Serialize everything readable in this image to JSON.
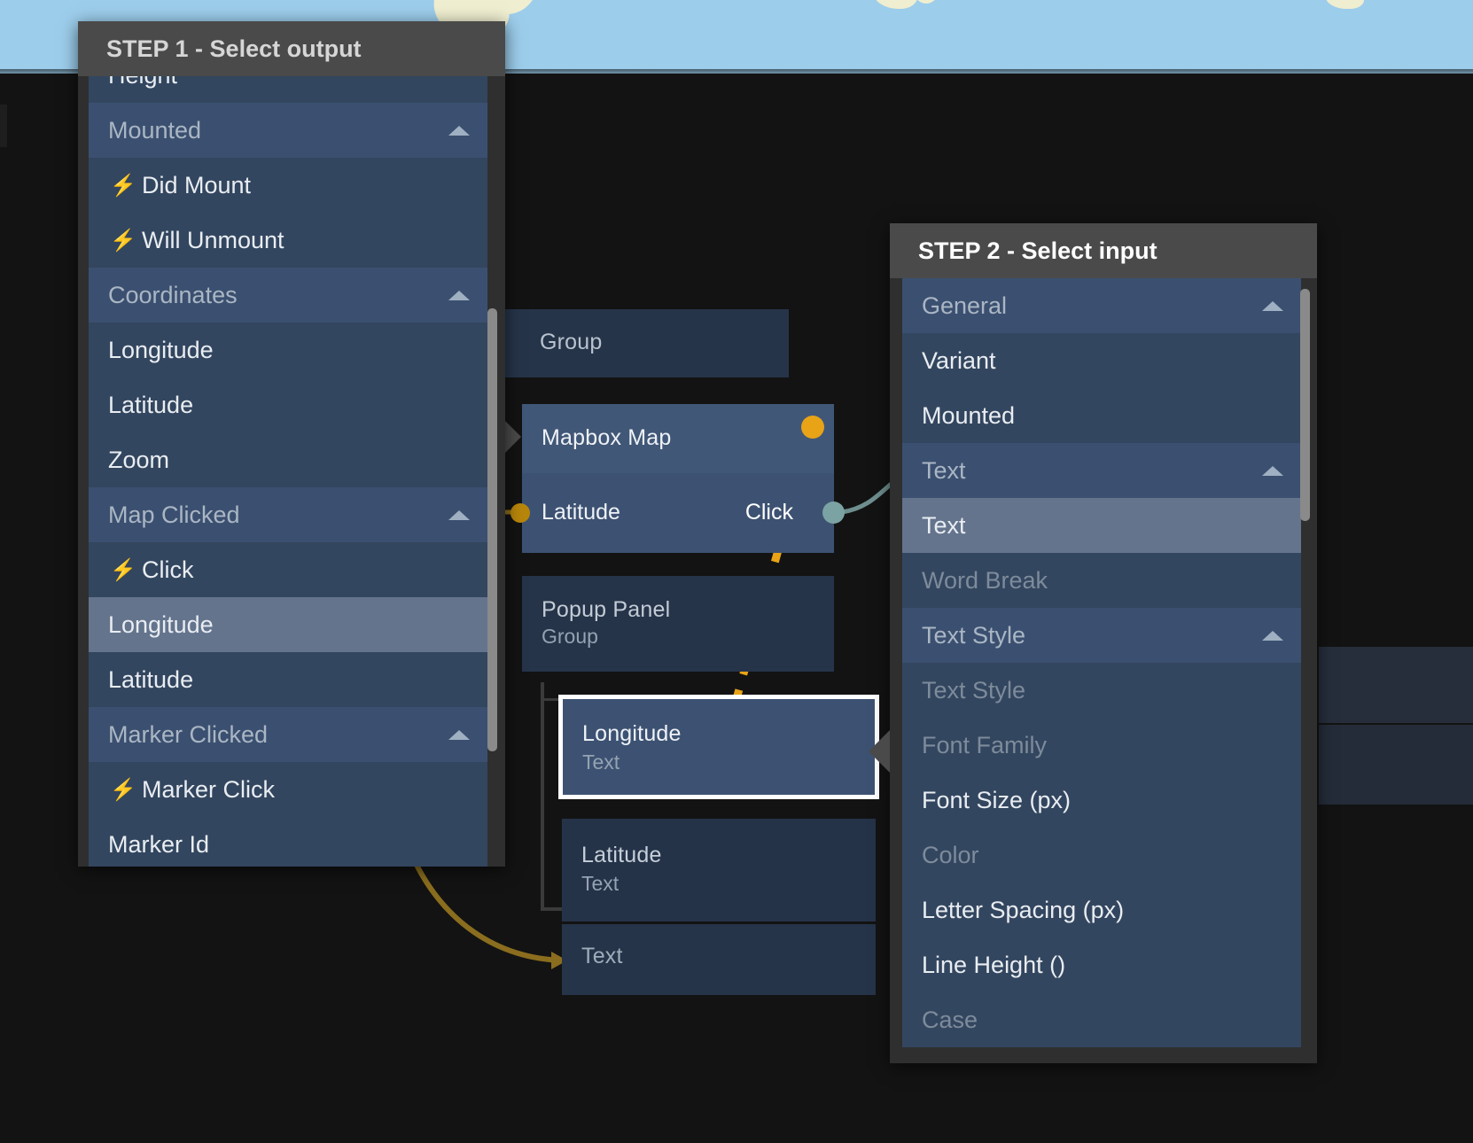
{
  "canvas": {
    "background_color": "#131313",
    "map_sky_color": "#9ccdeb",
    "land_color": "#efeed0"
  },
  "graph": {
    "nodes": [
      {
        "name": "group-top",
        "title": "Group",
        "subtitle": ""
      },
      {
        "name": "mapbox-map",
        "title": "Mapbox Map",
        "subtitle": ""
      },
      {
        "name": "mapbox-ports",
        "left_port_label": "Latitude",
        "right_port_label": "Click"
      },
      {
        "name": "popup-panel",
        "title": "Popup Panel",
        "subtitle": "Group"
      },
      {
        "name": "longitude",
        "title": "Longitude",
        "subtitle": "Text"
      },
      {
        "name": "latitude",
        "title": "Latitude",
        "subtitle": "Text"
      },
      {
        "name": "text",
        "title": "Text",
        "subtitle": ""
      }
    ],
    "wire_colors": {
      "active_drag": "#e8a317",
      "existing": "#8a6d1e",
      "event": "#6f8f8f"
    }
  },
  "step1": {
    "title": "STEP 1 - Select output",
    "items": [
      {
        "label": "Height",
        "type": "item",
        "state": "normal",
        "icon": ""
      },
      {
        "label": "Mounted",
        "type": "group",
        "state": "normal",
        "icon": "chevron-up-icon"
      },
      {
        "label": "Did Mount",
        "type": "item",
        "state": "normal",
        "icon": "bolt-icon"
      },
      {
        "label": "Will Unmount",
        "type": "item",
        "state": "normal",
        "icon": "bolt-icon"
      },
      {
        "label": "Coordinates",
        "type": "group",
        "state": "normal",
        "icon": "chevron-up-icon"
      },
      {
        "label": "Longitude",
        "type": "item",
        "state": "normal",
        "icon": ""
      },
      {
        "label": "Latitude",
        "type": "item",
        "state": "normal",
        "icon": ""
      },
      {
        "label": "Zoom",
        "type": "item",
        "state": "normal",
        "icon": ""
      },
      {
        "label": "Map Clicked",
        "type": "group",
        "state": "normal",
        "icon": "chevron-up-icon"
      },
      {
        "label": "Click",
        "type": "item",
        "state": "normal",
        "icon": "bolt-icon"
      },
      {
        "label": "Longitude",
        "type": "item",
        "state": "selected",
        "icon": ""
      },
      {
        "label": "Latitude",
        "type": "item",
        "state": "normal",
        "icon": ""
      },
      {
        "label": "Marker Clicked",
        "type": "group",
        "state": "normal",
        "icon": "chevron-up-icon"
      },
      {
        "label": "Marker Click",
        "type": "item",
        "state": "normal",
        "icon": "bolt-icon"
      },
      {
        "label": "Marker Id",
        "type": "item",
        "state": "normal",
        "icon": ""
      }
    ]
  },
  "step2": {
    "title": "STEP 2 - Select input",
    "items": [
      {
        "label": "General",
        "type": "group",
        "state": "normal",
        "icon": "chevron-up-icon"
      },
      {
        "label": "Variant",
        "type": "item",
        "state": "normal",
        "icon": ""
      },
      {
        "label": "Mounted",
        "type": "item",
        "state": "normal",
        "icon": ""
      },
      {
        "label": "Text",
        "type": "group",
        "state": "normal",
        "icon": "chevron-up-icon"
      },
      {
        "label": "Text",
        "type": "item",
        "state": "selected",
        "icon": ""
      },
      {
        "label": "Word Break",
        "type": "item",
        "state": "dim",
        "icon": ""
      },
      {
        "label": "Text Style",
        "type": "group",
        "state": "normal",
        "icon": "chevron-up-icon"
      },
      {
        "label": "Text Style",
        "type": "item",
        "state": "dim",
        "icon": ""
      },
      {
        "label": "Font Family",
        "type": "item",
        "state": "dim",
        "icon": ""
      },
      {
        "label": "Font Size (px)",
        "type": "item",
        "state": "normal",
        "icon": ""
      },
      {
        "label": "Color",
        "type": "item",
        "state": "dim",
        "icon": ""
      },
      {
        "label": "Letter Spacing (px)",
        "type": "item",
        "state": "normal",
        "icon": ""
      },
      {
        "label": "Line Height ()",
        "type": "item",
        "state": "normal",
        "icon": ""
      },
      {
        "label": "Case",
        "type": "item",
        "state": "dim",
        "icon": ""
      }
    ]
  }
}
